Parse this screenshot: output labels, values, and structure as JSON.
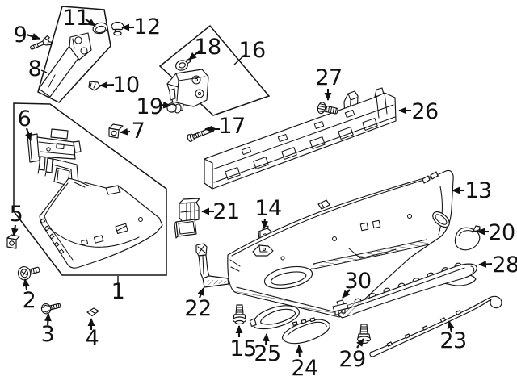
{
  "figure": {
    "type": "exploded-parts-diagram",
    "subject": "rear-bumper-assembly",
    "background_color": "#ffffff",
    "line_color": "#141414",
    "callouts": [
      {
        "number": "1",
        "part": "bumper-corner-section"
      },
      {
        "number": "2",
        "part": "bolt"
      },
      {
        "number": "3",
        "part": "screw"
      },
      {
        "number": "4",
        "part": "retainer-clip"
      },
      {
        "number": "5",
        "part": "retainer-clip"
      },
      {
        "number": "6",
        "part": "sensor-bracket"
      },
      {
        "number": "7",
        "part": "retainer-clip"
      },
      {
        "number": "8",
        "part": "side-support-bracket"
      },
      {
        "number": "9",
        "part": "screw"
      },
      {
        "number": "10",
        "part": "retainer-clip"
      },
      {
        "number": "11",
        "part": "grommet"
      },
      {
        "number": "12",
        "part": "push-pin-retainer"
      },
      {
        "number": "13",
        "part": "rear-bumper-cover"
      },
      {
        "number": "14",
        "part": "mount-bracket"
      },
      {
        "number": "15",
        "part": "screw"
      },
      {
        "number": "16",
        "part": "guide-bracket"
      },
      {
        "number": "17",
        "part": "stud-bolt"
      },
      {
        "number": "18",
        "part": "grommet"
      },
      {
        "number": "19",
        "part": "bolt"
      },
      {
        "number": "20",
        "part": "tow-eye-cap"
      },
      {
        "number": "21",
        "part": "center-bracket"
      },
      {
        "number": "22",
        "part": "side-bracket"
      },
      {
        "number": "23",
        "part": "lower-molding"
      },
      {
        "number": "24",
        "part": "exhaust-outlet-trim"
      },
      {
        "number": "25",
        "part": "exhaust-outlet-trim"
      },
      {
        "number": "26",
        "part": "impact-bar"
      },
      {
        "number": "27",
        "part": "bolt"
      },
      {
        "number": "28",
        "part": "step-pad"
      },
      {
        "number": "29",
        "part": "bolt"
      },
      {
        "number": "30",
        "part": "retainer-clip"
      }
    ]
  }
}
